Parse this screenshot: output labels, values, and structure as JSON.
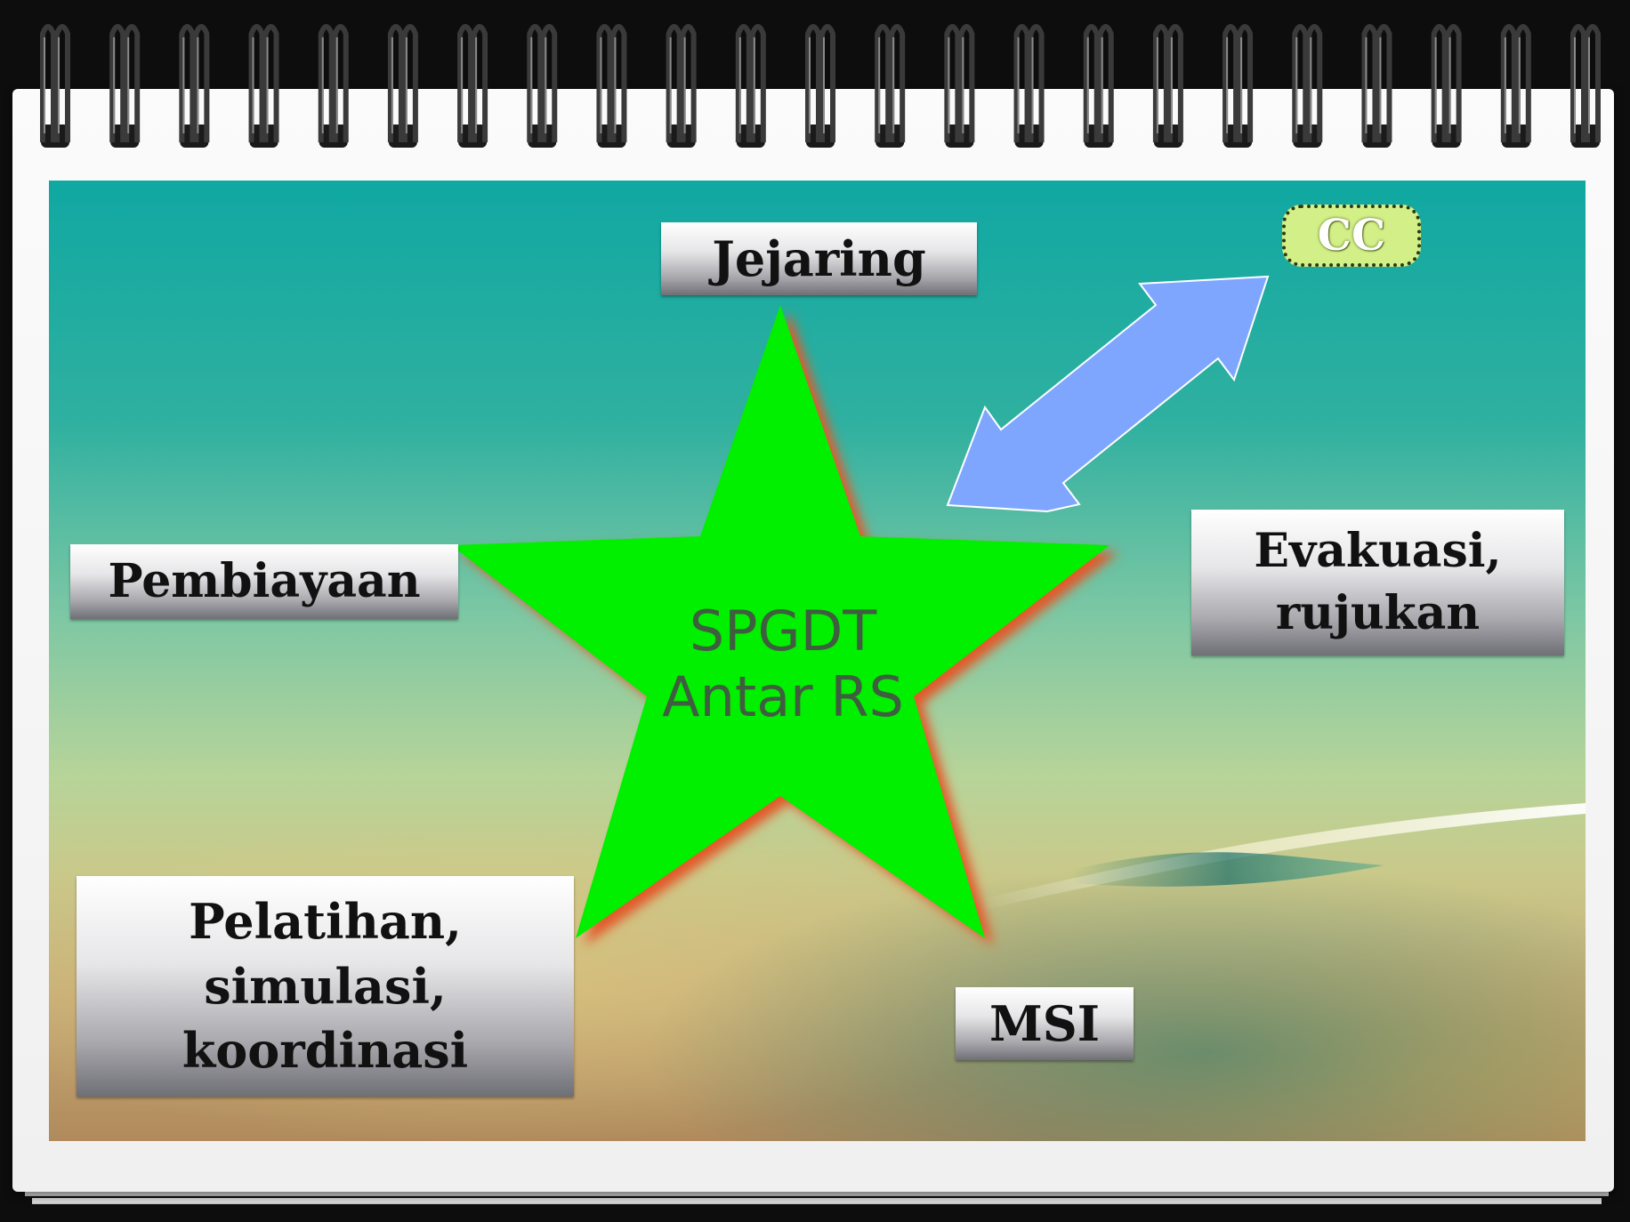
{
  "diagram": {
    "center_lines": [
      "SPGDT",
      "Antar RS"
    ],
    "nodes": {
      "jejaring": "Jejaring",
      "cc": "CC",
      "pembiayaan": "Pembiayaan",
      "evakuasi_line1": "Evakuasi,",
      "evakuasi_line2": "rujukan",
      "pelatihan_line1": "Pelatihan,",
      "pelatihan_line2": "simulasi,",
      "pelatihan_line3": "koordinasi",
      "msi": "MSI"
    },
    "colors": {
      "star_fill": "#00f000",
      "star_glow": "#e25a2a",
      "arrow_fill": "#7ea6ff",
      "cc_fill": "#d2ef88"
    },
    "icons": {
      "arrow": "double-headed-arrow",
      "star": "five-point-star"
    }
  }
}
